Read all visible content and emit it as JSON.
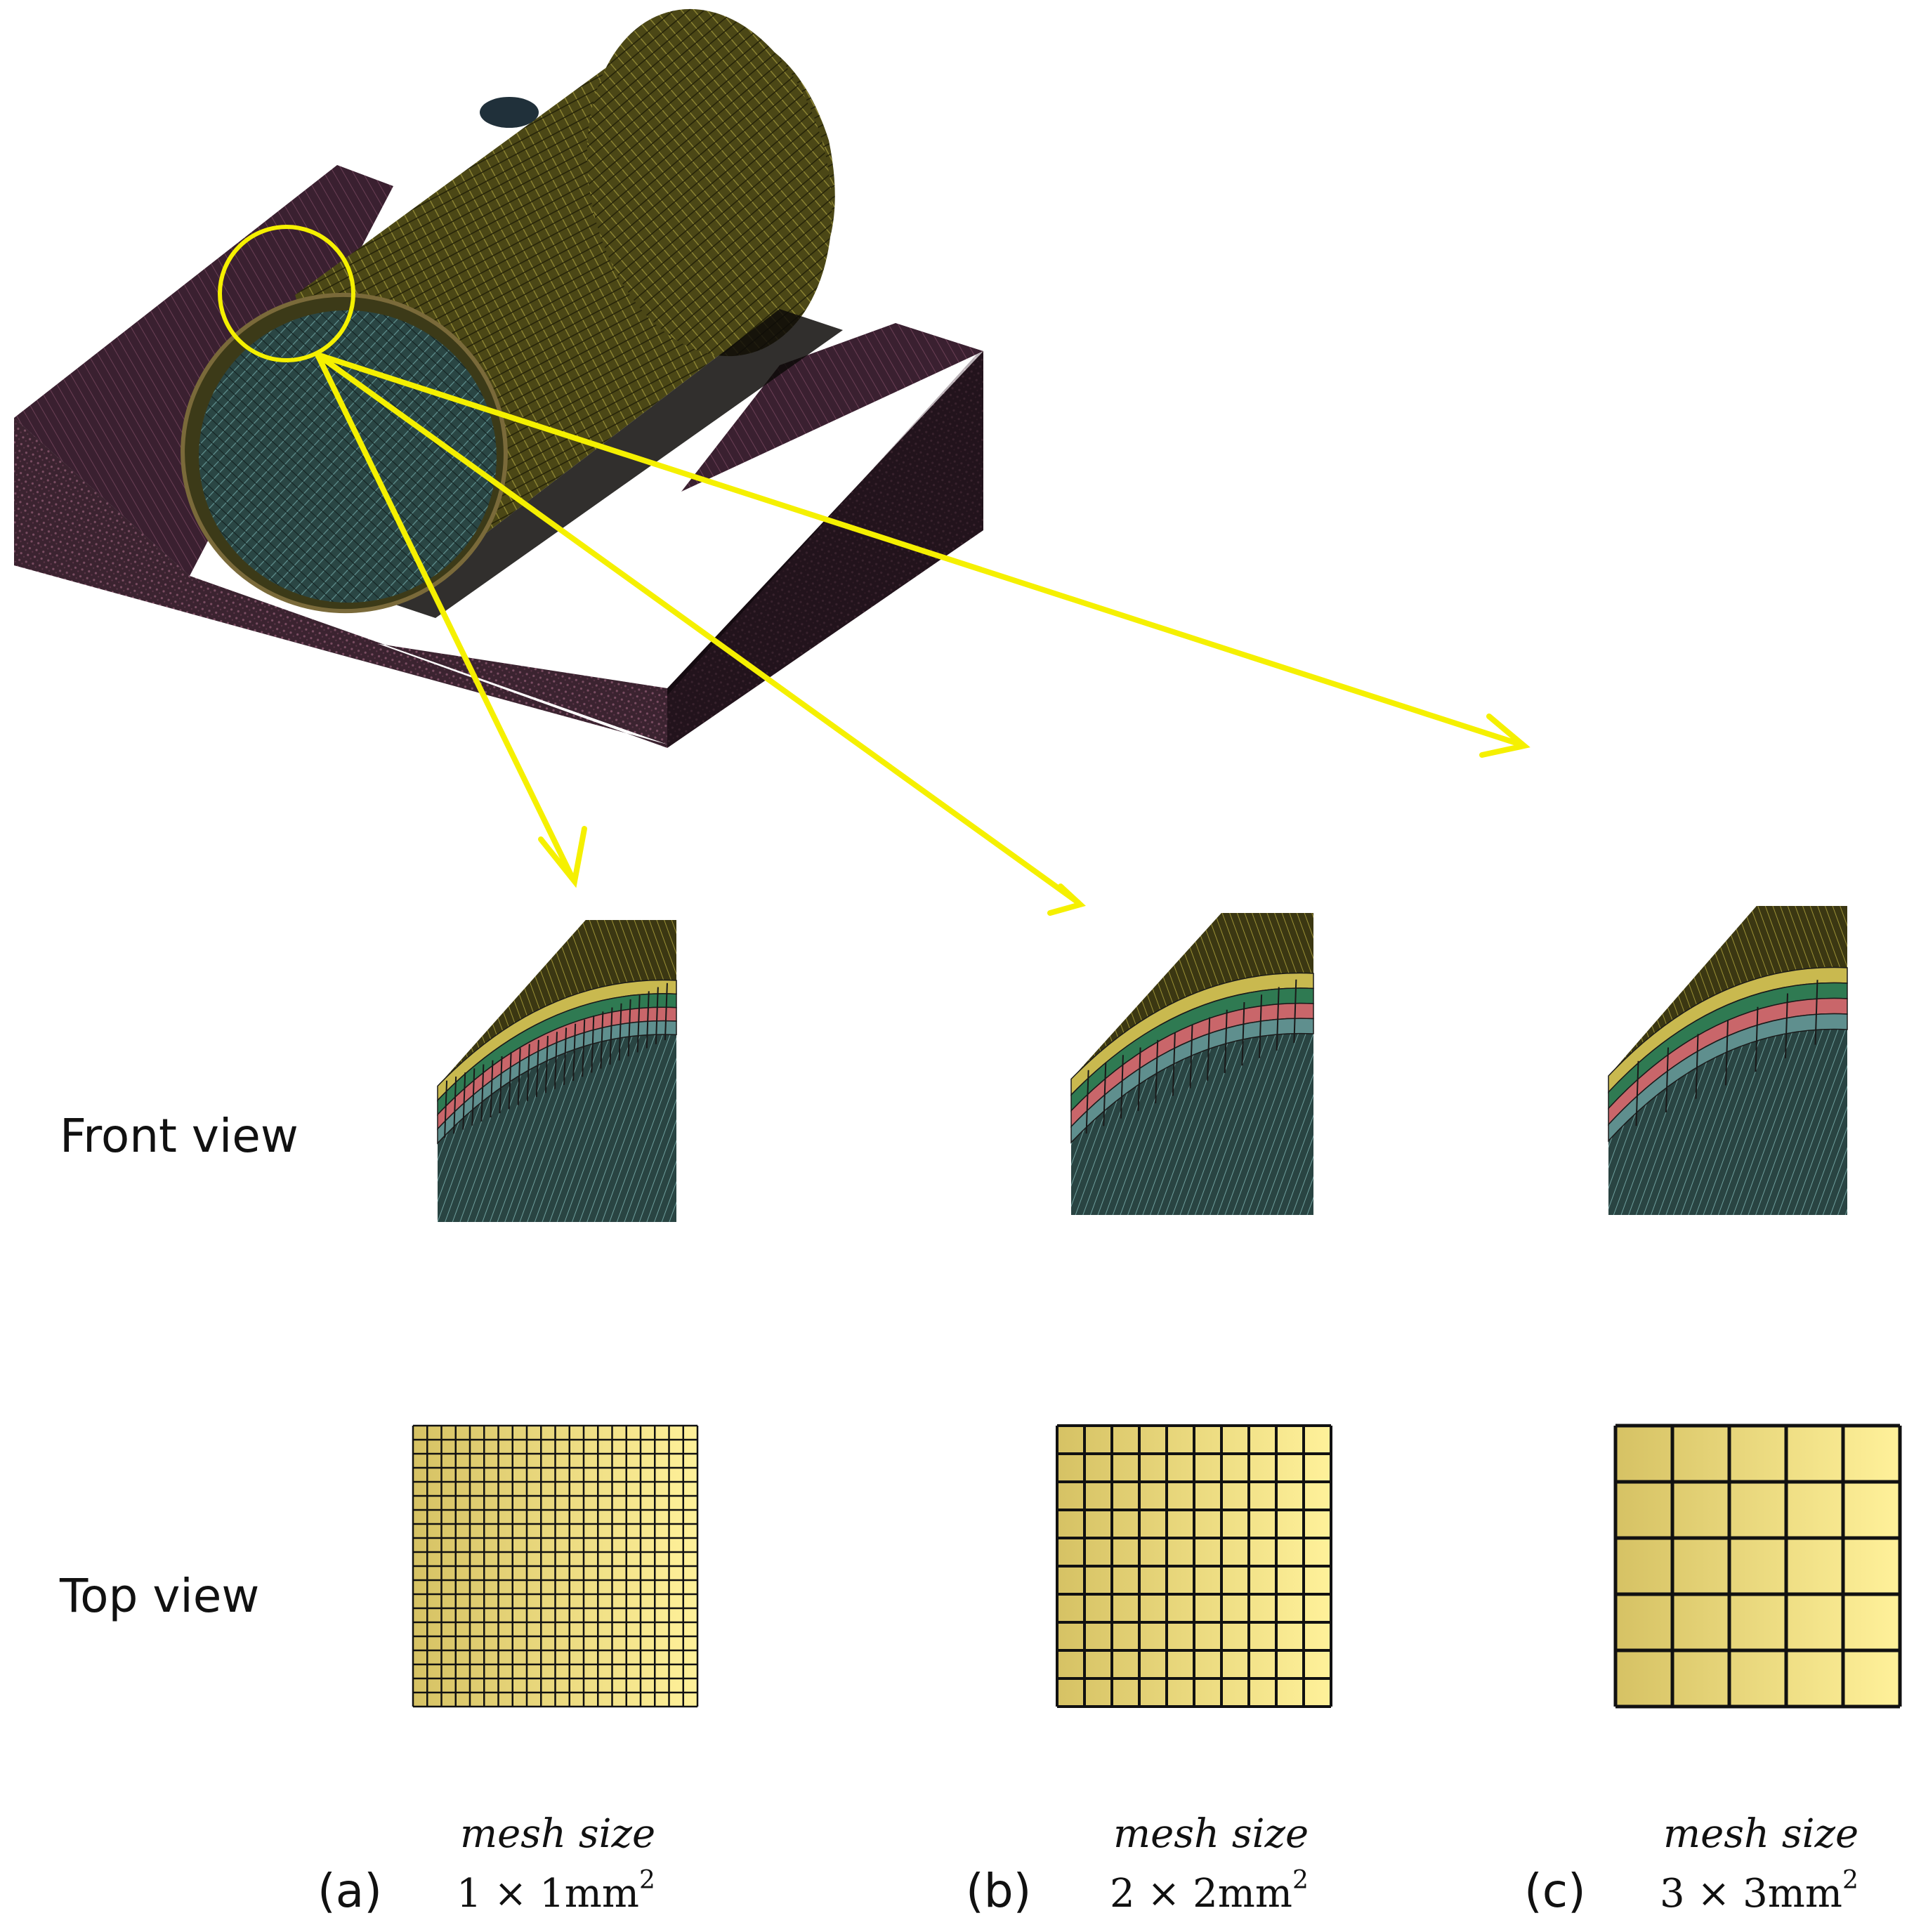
{
  "row_labels": {
    "front": "Front view",
    "top": "Top view"
  },
  "panels": [
    {
      "letter": "(a)",
      "caption": "mesh size",
      "size_text": "1 × 1mm",
      "exponent": "2",
      "top_divisions": 20,
      "front_cells": 26
    },
    {
      "letter": "(b)",
      "caption": "mesh size",
      "size_text": "2 × 2mm",
      "exponent": "2",
      "top_divisions": 10,
      "front_cells": 14
    },
    {
      "letter": "(c)",
      "caption": "mesh size",
      "size_text": "3 × 3mm",
      "exponent": "2",
      "top_divisions": 5,
      "front_cells": 8
    }
  ],
  "colors": {
    "pipe_outer": "#5b5620",
    "pipe_inner": "#2f4f4d",
    "block": "#4a2a3a",
    "highlight": "#f5f000",
    "layer_yellow": "#c9b94f",
    "layer_green": "#2f7a52",
    "layer_red": "#c9666a",
    "layer_teal": "#5f8f8e",
    "mesh_fill": "#f0de86",
    "mesh_line": "#111111"
  }
}
